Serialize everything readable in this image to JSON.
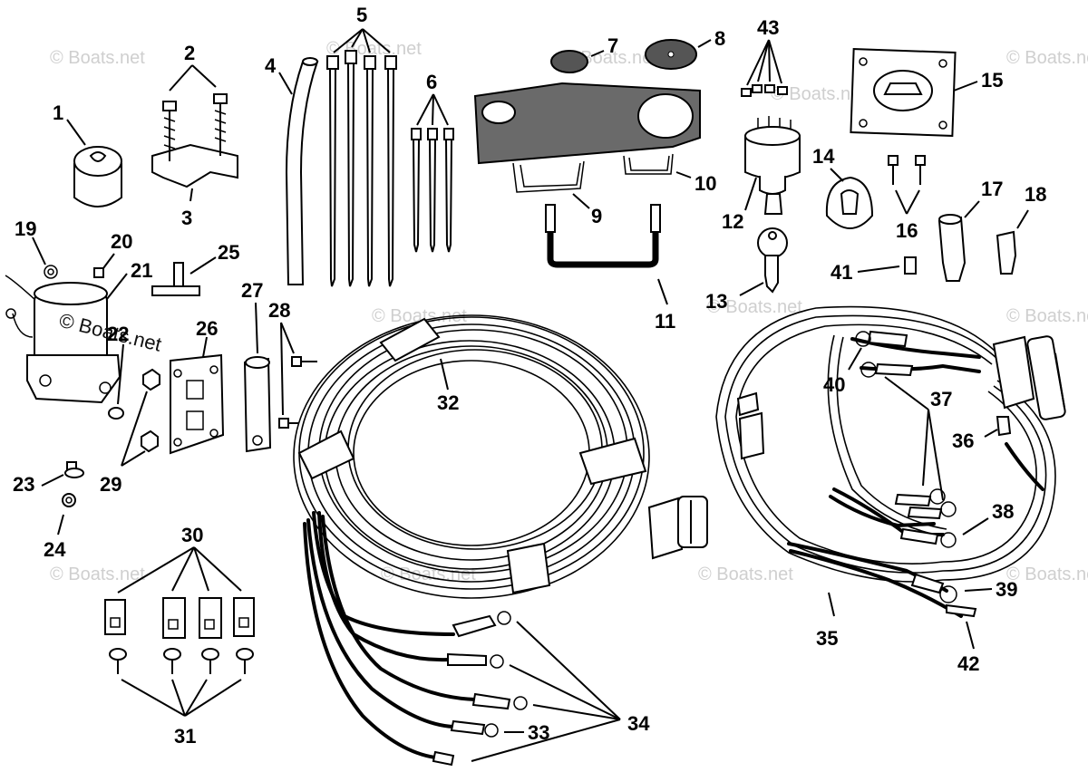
{
  "watermark": "© Boats.net",
  "callouts": {
    "c1": "1",
    "c2": "2",
    "c3": "3",
    "c4": "4",
    "c5": "5",
    "c6": "6",
    "c7": "7",
    "c8": "8",
    "c9": "9",
    "c10": "10",
    "c11": "11",
    "c12": "12",
    "c13": "13",
    "c14": "14",
    "c15": "15",
    "c16": "16",
    "c17": "17",
    "c18": "18",
    "c19": "19",
    "c20": "20",
    "c21": "21",
    "c22": "22",
    "c23": "23",
    "c24": "24",
    "c25": "25",
    "c26": "26",
    "c27": "27",
    "c28": "28",
    "c29": "29",
    "c30": "30",
    "c31": "31",
    "c32": "32",
    "c33": "33",
    "c34": "34",
    "c35": "35",
    "c36": "36",
    "c37": "37",
    "c38": "38",
    "c39": "39",
    "c40": "40",
    "c41": "41",
    "c42": "42",
    "c43": "43"
  }
}
